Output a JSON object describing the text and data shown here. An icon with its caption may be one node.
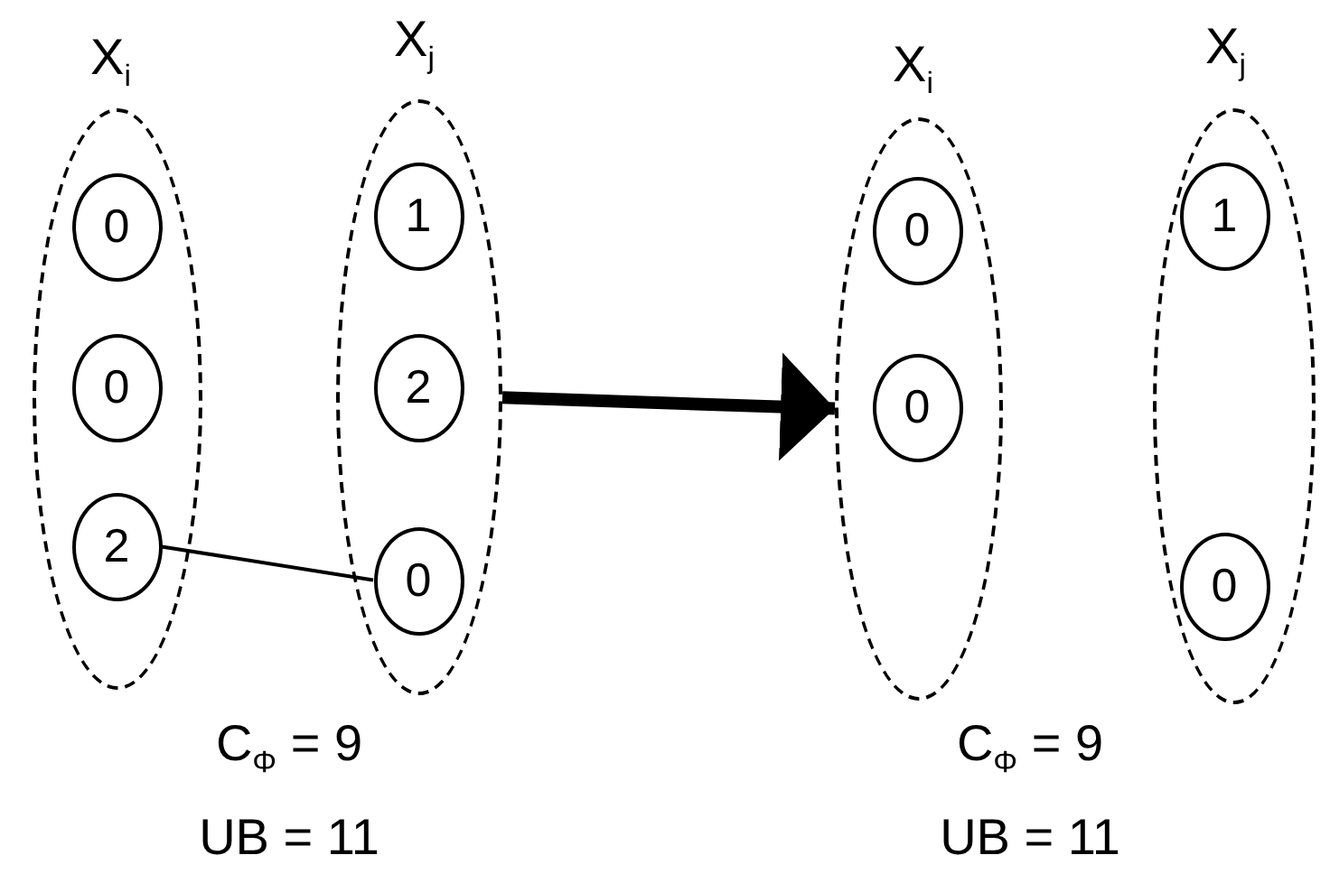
{
  "diagram": {
    "nodes": [
      {
        "text": [
          "X$_{i}$"
        ]
      },
      {
        "text": [
          "0"
        ],
        "in": 0
      },
      {
        "text": [
          "0"
        ],
        "in": 0
      },
      {
        "text": [
          "2"
        ],
        "in": 0
      },
      {
        "text": [
          "X$_{j}$"
        ]
      },
      {
        "text": [
          "1"
        ],
        "in": 4
      },
      {
        "text": [
          "2"
        ],
        "in": 4
      },
      {
        "text": [
          "0"
        ],
        "in": 4
      },
      {
        "text": [
          "X$_{i}$"
        ]
      },
      {
        "text": [
          "0"
        ],
        "in": 8
      },
      {
        "text": [
          "0"
        ],
        "in": 8
      },
      {
        "text": [
          "X$_{j}$"
        ]
      },
      {
        "text": [
          "1"
        ],
        "in": 11
      },
      {
        "text": [
          "0"
        ],
        "in": 11
      }
    ],
    "edges": [
      {
        "from": 3,
        "to": 7,
        "arrow": "none"
      },
      {
        "from": 4,
        "to": 8,
        "arrow": "to",
        "style": "thick"
      }
    ],
    "labels": [
      "C$_{Φ}$ = 9",
      "C$_{Φ}$ = 9",
      "UB = 11",
      "UB = 11"
    ]
  }
}
